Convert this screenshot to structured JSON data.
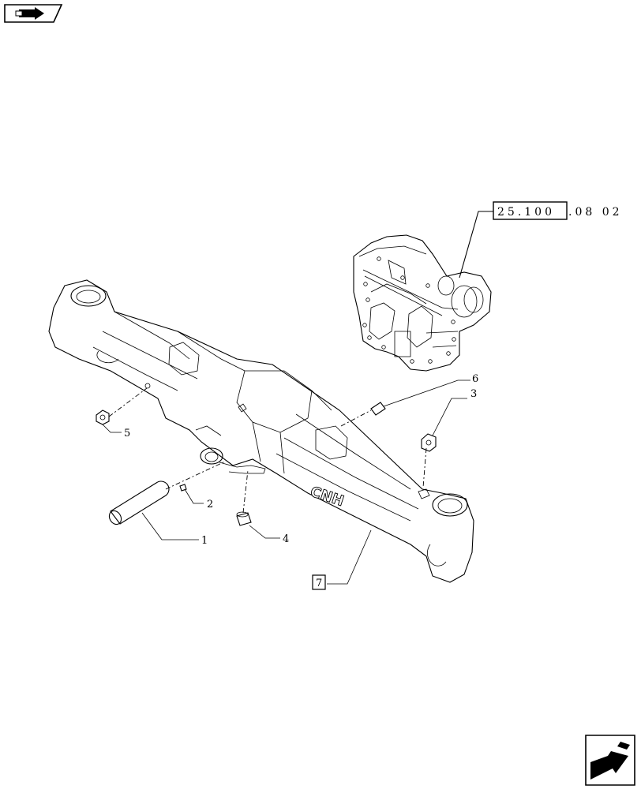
{
  "diagram": {
    "reference": {
      "boxed": "25.100",
      "suffix": ".08 02"
    },
    "brand_mark": "CNH",
    "callouts": [
      {
        "id": "1",
        "part": "pin"
      },
      {
        "id": "2",
        "part": "small pin"
      },
      {
        "id": "3",
        "part": "nut"
      },
      {
        "id": "4",
        "part": "bushing"
      },
      {
        "id": "5",
        "part": "nut"
      },
      {
        "id": "6",
        "part": "stud"
      },
      {
        "id": "7",
        "part": "axle housing",
        "boxed": true
      }
    ]
  },
  "nav": {
    "top_icon": "prev-page-icon",
    "bottom_icon": "next-page-icon"
  }
}
